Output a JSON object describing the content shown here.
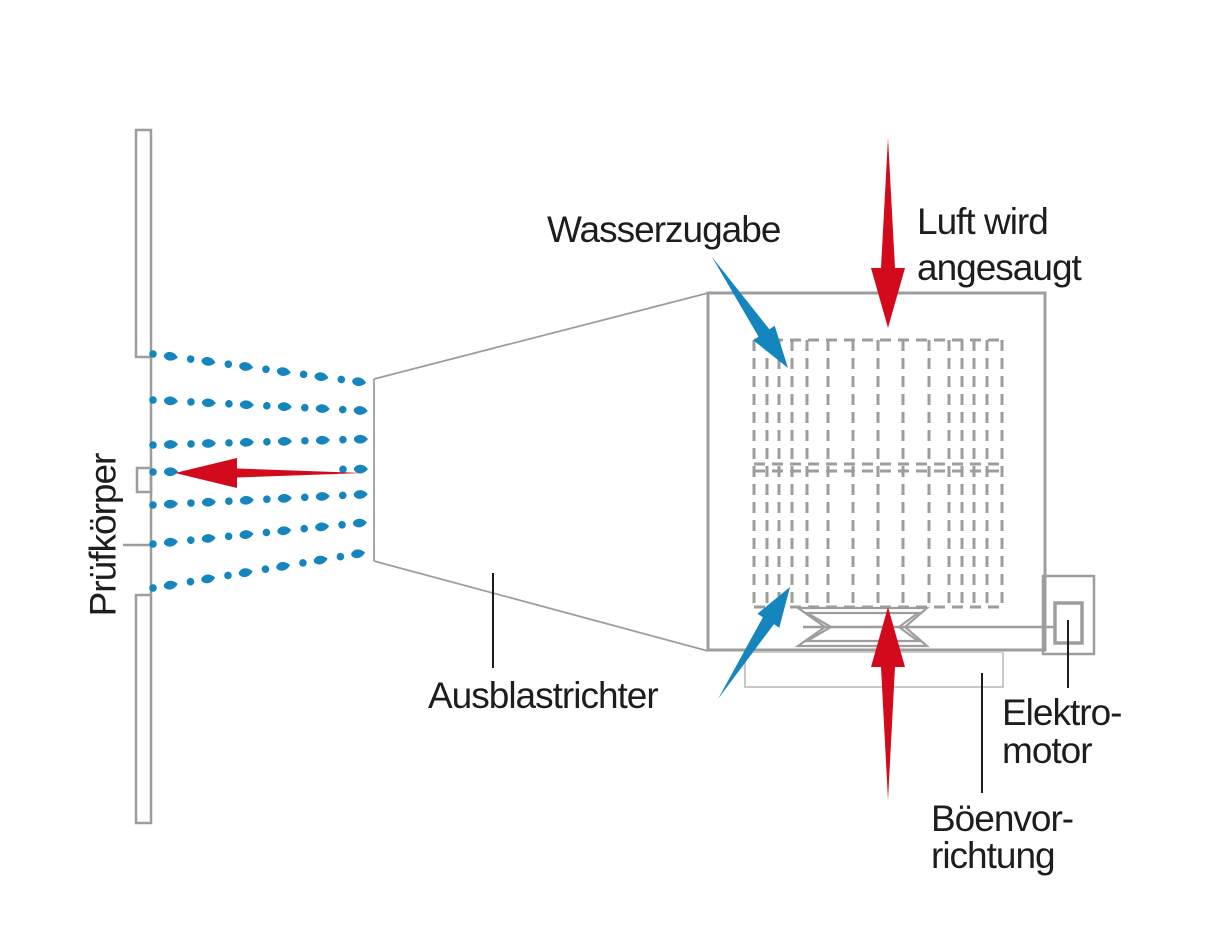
{
  "labels": {
    "pruefkoerper": "Prüfkörper",
    "wasserzugabe": "Wasserzugabe",
    "luft_line1": "Luft wird",
    "luft_line2": "angesaugt",
    "ausblastrichter": "Ausblastrichter",
    "elektromotor_line1": "Elektro-",
    "elektromotor_line2": "motor",
    "boenvorrichtung_line1": "Böenvor-",
    "boenvorrichtung_line2": "richtung"
  },
  "colors": {
    "water_blue": "#1585BD",
    "air_red": "#D20A1C",
    "outline_gray": "#9D9D9C",
    "light_gray": "#C8C8C7",
    "text_black": "#1D1D1B"
  }
}
